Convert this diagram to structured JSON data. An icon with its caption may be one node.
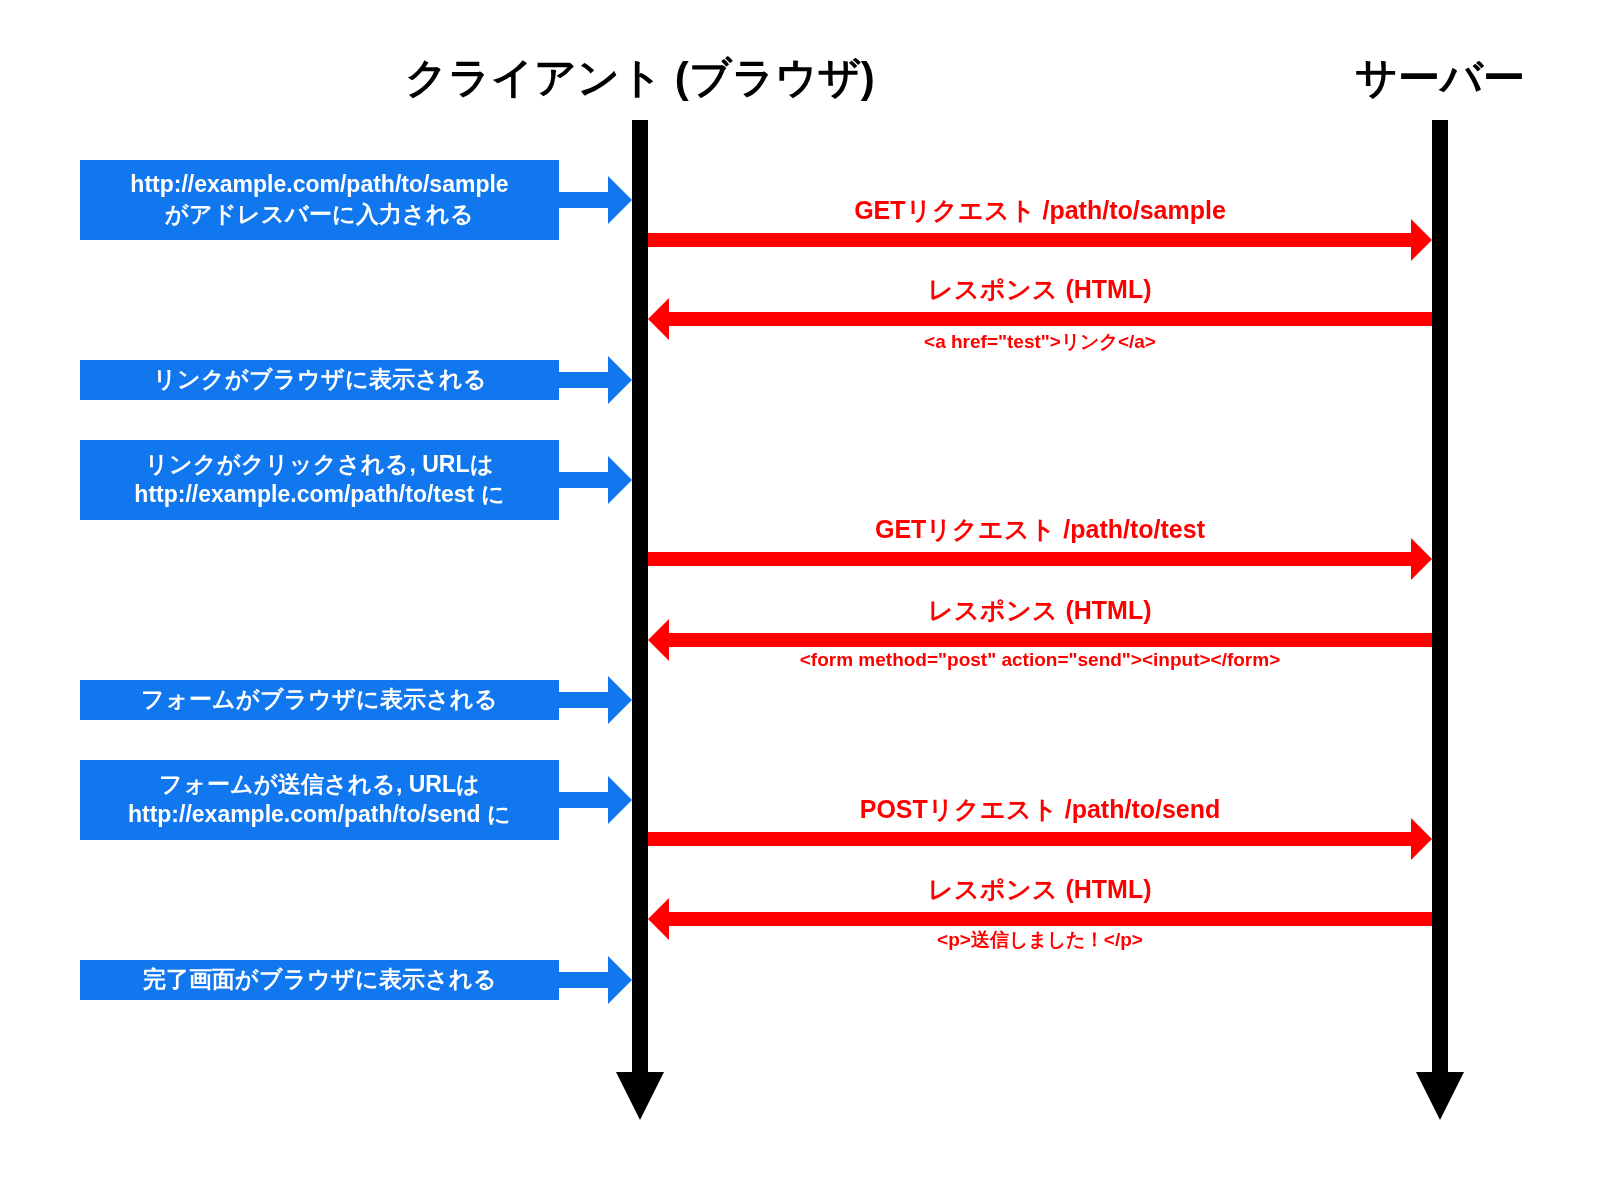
{
  "diagram": {
    "nodes": [
      {
        "text": [
          "クライアント (ブラウザ)"
        ]
      },
      {
        "text": [
          "サーバー"
        ]
      },
      {
        "text": [
          "http://example.com/path/to/sample がアドレスバーに入力される"
        ]
      },
      {
        "text": [
          "リンクがブラウザに表示される"
        ]
      },
      {
        "text": [
          "リンクがクリックされる, URLは http://example.com/path/to/test に"
        ]
      },
      {
        "text": [
          "フォームがブラウザに表示される"
        ]
      },
      {
        "text": [
          "フォームが送信される, URLは http://example.com/path/to/send に"
        ]
      },
      {
        "text": [
          "完了画面がブラウザに表示される"
        ]
      }
    ],
    "edges": [
      {
        "from": 2,
        "to": 0,
        "arrow": "to",
        "color": "#1177ee"
      },
      {
        "from": 0,
        "to": 1,
        "arrow": "to",
        "label": "GETリクエスト /path/to/sample",
        "color": "#ff0000"
      },
      {
        "from": 1,
        "to": 0,
        "arrow": "to",
        "label": "レスポンス (HTML)",
        "color": "#ff0000"
      },
      {
        "from": 3,
        "to": 0,
        "arrow": "to",
        "color": "#1177ee"
      },
      {
        "from": 4,
        "to": 0,
        "arrow": "to",
        "color": "#1177ee"
      },
      {
        "from": 0,
        "to": 1,
        "arrow": "to",
        "label": "GETリクエスト /path/to/test",
        "color": "#ff0000"
      },
      {
        "from": 1,
        "to": 0,
        "arrow": "to",
        "label": "レスポンス (HTML)",
        "color": "#ff0000"
      },
      {
        "from": 5,
        "to": 0,
        "arrow": "to",
        "color": "#1177ee"
      },
      {
        "from": 6,
        "to": 0,
        "arrow": "to",
        "color": "#1177ee"
      },
      {
        "from": 0,
        "to": 1,
        "arrow": "to",
        "label": "POSTリクエスト /path/to/send",
        "color": "#ff0000"
      },
      {
        "from": 1,
        "to": 0,
        "arrow": "to",
        "label": "レスポンス (HTML)",
        "color": "#ff0000"
      },
      {
        "from": 7,
        "to": 0,
        "arrow": "to",
        "color": "#1177ee"
      }
    ],
    "labels": [
      "<a href=\"test\">リンク</a>",
      "<form method=\"post\" action=\"send\"><input></form>",
      "<p>送信しました！</p>"
    ]
  }
}
